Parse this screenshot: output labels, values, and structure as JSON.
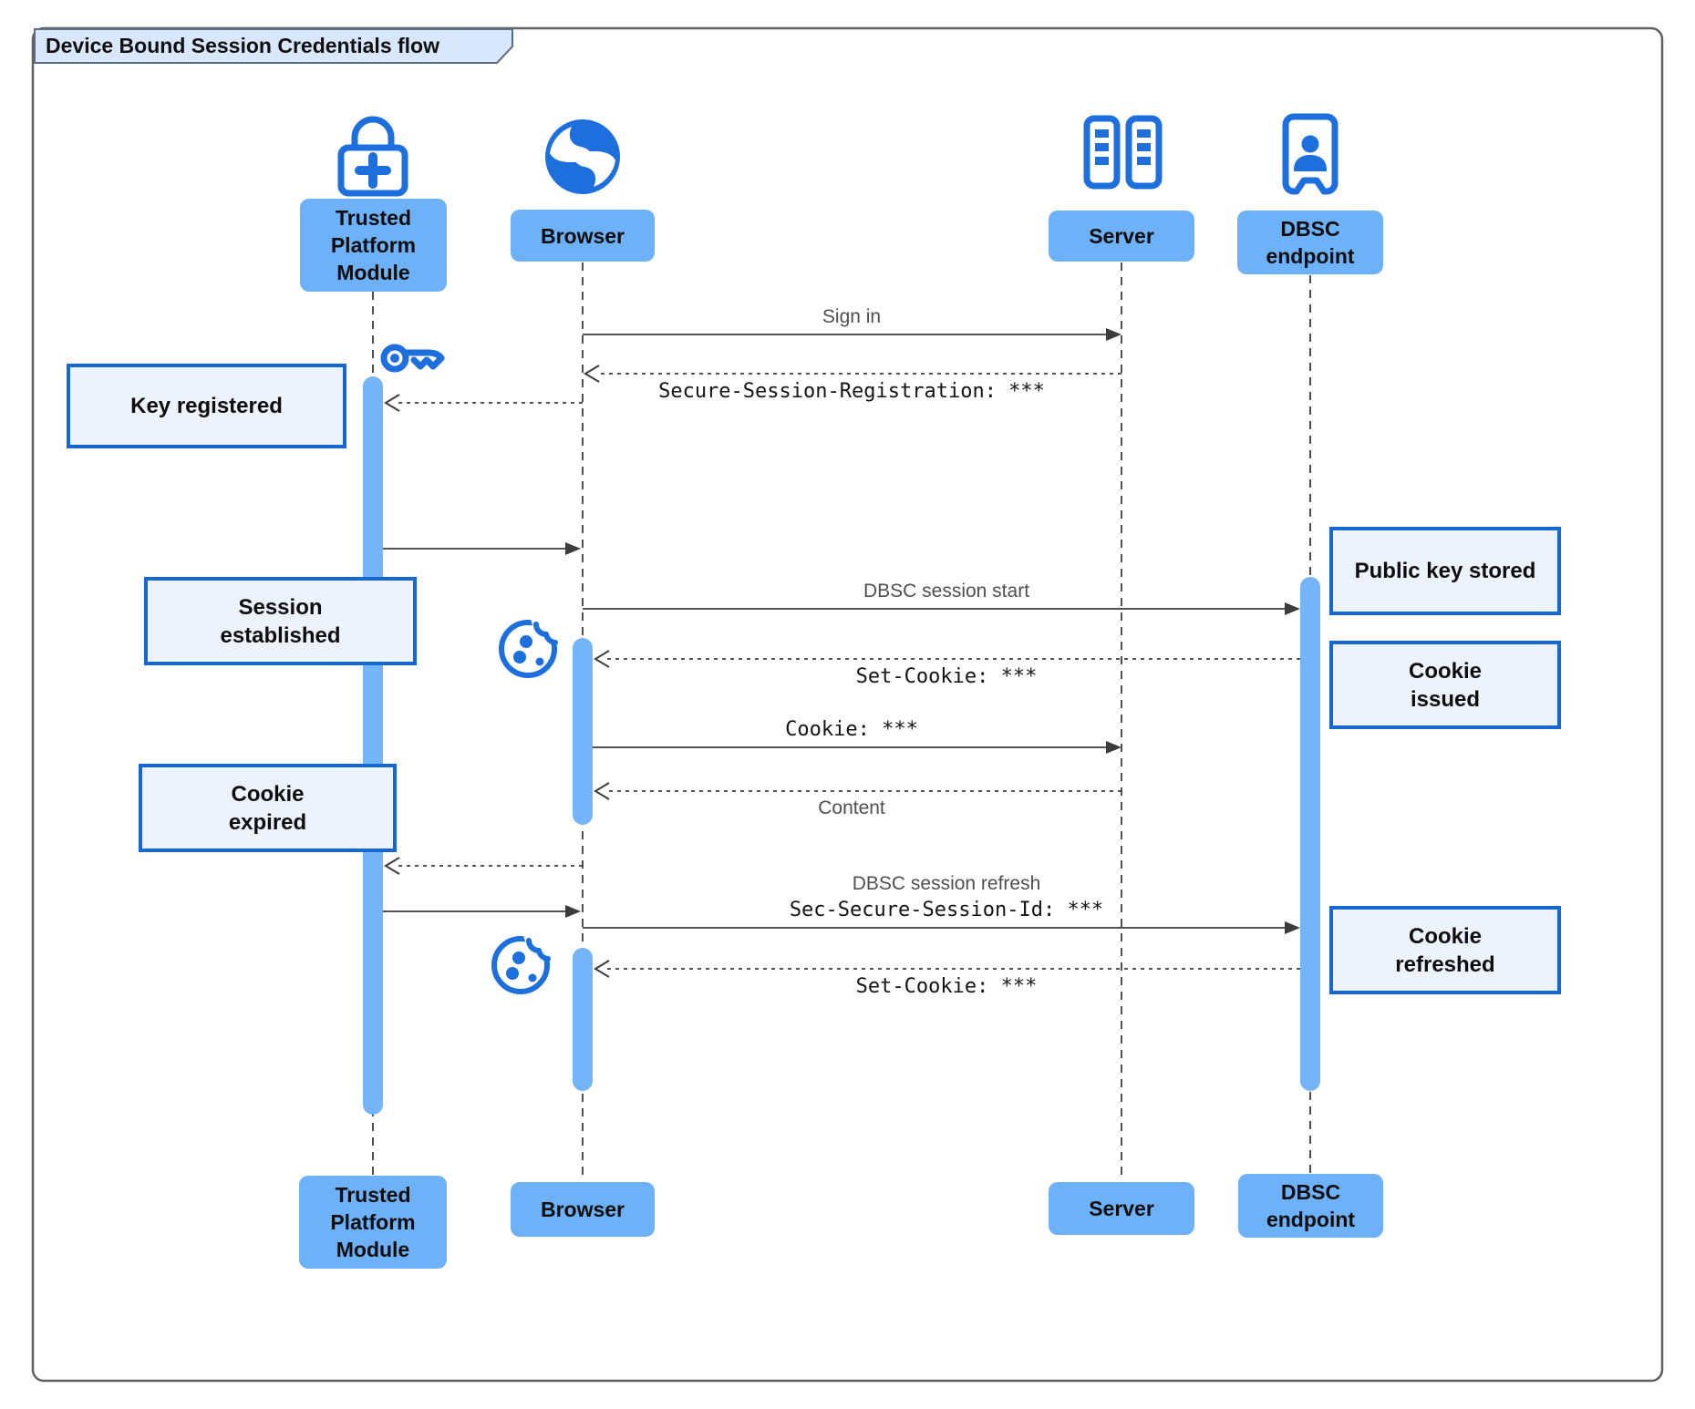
{
  "title": "Device Bound Session Credentials flow",
  "actors": {
    "tpm": {
      "label": "Trusted\nPlatform\nModule",
      "icon": "lock-plus-icon"
    },
    "browser": {
      "label": "Browser",
      "icon": "globe-icon"
    },
    "server": {
      "label": "Server",
      "icon": "server-racks-icon"
    },
    "dbsc": {
      "label": "DBSC\nendpoint",
      "icon": "endpoint-badge-icon"
    }
  },
  "messages": [
    {
      "id": "sign-in",
      "label": "Sign in",
      "from": "browser",
      "to": "server",
      "style": "solid",
      "font": "sans"
    },
    {
      "id": "secure-session-registration",
      "label": "Secure-Session-Registration: ***",
      "from": "server",
      "to": "browser",
      "style": "dashed",
      "font": "mono"
    },
    {
      "id": "register-key",
      "label": "",
      "from": "browser",
      "to": "tpm",
      "style": "dashed"
    },
    {
      "id": "key-registered-return",
      "label": "",
      "from": "tpm",
      "to": "browser",
      "style": "solid"
    },
    {
      "id": "dbsc-session-start",
      "label": "DBSC session start",
      "from": "browser",
      "to": "dbsc",
      "style": "solid",
      "font": "sans"
    },
    {
      "id": "set-cookie-1",
      "label": "Set-Cookie: ***",
      "from": "dbsc",
      "to": "browser",
      "style": "dashed",
      "font": "mono"
    },
    {
      "id": "cookie",
      "label": "Cookie: ***",
      "from": "browser",
      "to": "server",
      "style": "solid",
      "font": "mono"
    },
    {
      "id": "content",
      "label": "Content",
      "from": "server",
      "to": "browser",
      "style": "dashed",
      "font": "sans"
    },
    {
      "id": "refresh-key-request",
      "label": "",
      "from": "browser",
      "to": "tpm",
      "style": "dashed"
    },
    {
      "id": "refresh-key-return",
      "label": "",
      "from": "tpm",
      "to": "browser",
      "style": "solid"
    },
    {
      "id": "dbsc-session-refresh",
      "label": "DBSC session refresh",
      "label2": "Sec-Secure-Session-Id: ***",
      "from": "browser",
      "to": "dbsc",
      "style": "solid"
    },
    {
      "id": "set-cookie-2",
      "label": "Set-Cookie: ***",
      "from": "dbsc",
      "to": "browser",
      "style": "dashed",
      "font": "mono"
    }
  ],
  "notes": [
    {
      "id": "key-registered",
      "label": "Key registered"
    },
    {
      "id": "session-established",
      "label": "Session\nestablished"
    },
    {
      "id": "cookie-expired",
      "label": "Cookie\nexpired"
    },
    {
      "id": "public-key-stored",
      "label": "Public key stored"
    },
    {
      "id": "cookie-issued",
      "label": "Cookie\nissued"
    },
    {
      "id": "cookie-refreshed",
      "label": "Cookie\nrefreshed"
    }
  ],
  "decorations": {
    "key": "key-icon",
    "cookie1": "cookie-icon",
    "cookie2": "cookie-icon"
  },
  "colors": {
    "actor_fill": "#6DB1F8",
    "note_fill": "#EDF3FC",
    "note_border": "#1767D2",
    "icon_blue": "#1D6FDD",
    "activation": "#74B5F9",
    "frame_border": "#616161",
    "title_fill": "#D8E7FB"
  }
}
